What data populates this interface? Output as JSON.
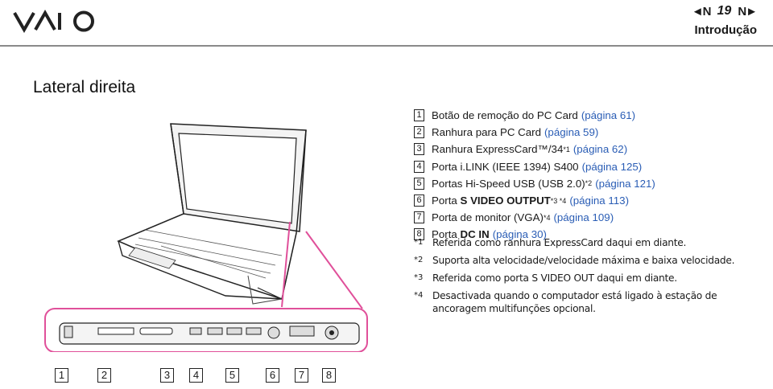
{
  "header": {
    "brand": "VAIO",
    "page_number": "19",
    "prev_arrow": "◄N",
    "next_arrow": "N►",
    "section": "Introdução"
  },
  "title": "Lateral direita",
  "items": [
    {
      "n": "1",
      "text": "Botão de remoção do PC Card",
      "link": "(página 61)"
    },
    {
      "n": "2",
      "text": "Ranhura para PC Card",
      "link": "(página 59)"
    },
    {
      "n": "3",
      "text": "Ranhura ExpressCard™/34",
      "sup": "*1",
      "link": "(página 62)"
    },
    {
      "n": "4",
      "text": "Porta i.LINK (IEEE 1394) S400",
      "link": "(página 125)"
    },
    {
      "n": "5",
      "text": "Portas Hi-Speed USB (USB 2.0)",
      "sup": "*2",
      "link": "(página 121)"
    },
    {
      "n": "6",
      "text": "Porta",
      "bold": "S VIDEO OUTPUT",
      "sup": "*3 *4",
      "link": "(página 113)"
    },
    {
      "n": "7",
      "text": "Porta de monitor (VGA)",
      "sup": "*4",
      "link": "(página 109)"
    },
    {
      "n": "8",
      "text": "Porta",
      "bold": "DC IN",
      "link": "(página 30)"
    }
  ],
  "notes": [
    {
      "mark": "*1",
      "text": "Referida como ranhura ExpressCard daqui em diante."
    },
    {
      "mark": "*2",
      "text": "Suporta alta velocidade/velocidade máxima e baixa velocidade."
    },
    {
      "mark": "*3",
      "text": "Referida como porta S VIDEO OUT daqui em diante."
    },
    {
      "mark": "*4",
      "text": "Desactivada quando o computador está ligado à estação de ancoragem multifunções opcional."
    }
  ],
  "callouts": [
    "1",
    "2",
    "3",
    "4",
    "5",
    "6",
    "7",
    "8"
  ],
  "colors": {
    "link": "#2a5db5",
    "accent": "#e0509a",
    "text": "#1a1a1a"
  }
}
